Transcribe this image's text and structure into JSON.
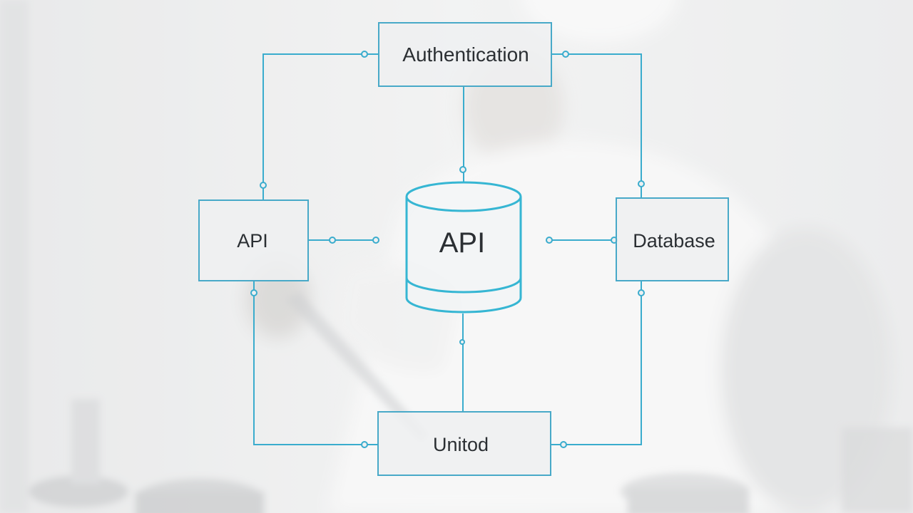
{
  "diagram": {
    "nodes": {
      "authentication": {
        "label": "Authentication"
      },
      "api_left": {
        "label": "API"
      },
      "api_center": {
        "label": "API"
      },
      "database": {
        "label": "Database"
      },
      "united": {
        "label": "Unitod"
      }
    },
    "edges": [
      {
        "from": "authentication",
        "to": "api_left"
      },
      {
        "from": "authentication",
        "to": "database"
      },
      {
        "from": "authentication",
        "to": "api_center"
      },
      {
        "from": "api_left",
        "to": "api_center"
      },
      {
        "from": "api_center",
        "to": "database"
      },
      {
        "from": "api_center",
        "to": "united"
      },
      {
        "from": "api_left",
        "to": "united"
      },
      {
        "from": "united",
        "to": "database"
      }
    ],
    "colors": {
      "line": "#3aaccd",
      "box_border": "#48a9c8",
      "box_fill": "#eef0f1",
      "cylinder_stroke": "#36b6d3",
      "cylinder_fill": "#f2f4f5",
      "text": "#2b2f33"
    }
  },
  "background": {
    "description_icon": "chef-cooking-photo",
    "colors": {
      "base": "#e6e7e8",
      "figure": "#f6f6f6",
      "shadow": "#bfc1c3"
    }
  }
}
